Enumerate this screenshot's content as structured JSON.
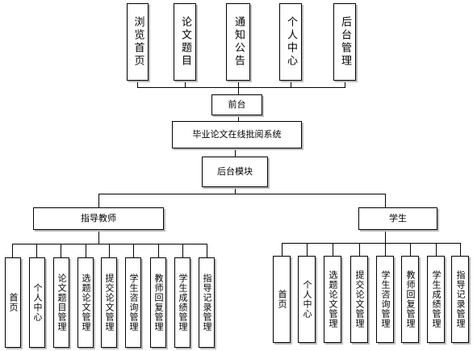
{
  "diagram": {
    "frontend_modules": [
      "浏览首页",
      "论文题目",
      "通知公告",
      "个人中心",
      "后台管理"
    ],
    "frontend": "前台",
    "system": "毕业论文在线批阅系统",
    "backend": "后台模块",
    "teacher": "指导教师",
    "student": "学生",
    "teacher_modules": [
      "首页",
      "个人中心",
      "论文题目管理",
      "选题论文管理",
      "提交论文管理",
      "学生咨询管理",
      "教师回复管理",
      "学生成绩管理",
      "指导记录管理"
    ],
    "student_modules": [
      "首页",
      "个人中心",
      "选题论文管理",
      "提交论文管理",
      "学生咨询管理",
      "教师回复管理",
      "学生成绩管理",
      "指导记录管理"
    ]
  }
}
